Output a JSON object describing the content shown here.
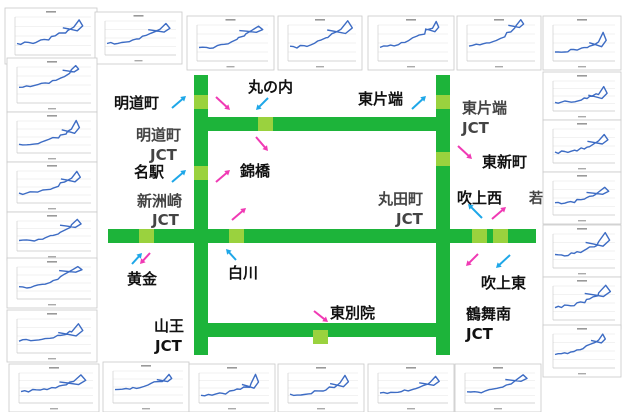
{
  "colors": {
    "road": "#1db43a",
    "sensor": "#9ad23e",
    "arrow_in": "#1ea7e8",
    "arrow_out": "#f03ab4",
    "plot_line": "#3d6cc4",
    "plot_border": "#c9c9c9"
  },
  "labels": {
    "meidocho": "明道町",
    "marunouchi": "丸の内",
    "higashikataha": "東片端",
    "higashikataha_jct_1": "東片端",
    "higashikataha_jct_2": "JCT",
    "meidocho_jct_1": "明道町",
    "meidocho_jct_2": "JCT",
    "higashishinmachi": "東新町",
    "meieki": "名駅",
    "nishikibashi": "錦橋",
    "shinsuzaki_jct_1": "新洲崎",
    "shinsuzaki_jct_2": "JCT",
    "marutamachi_jct_1": "丸田町",
    "marutamachi_jct_2": "JCT",
    "fukiagenishi": "吹上西",
    "fukiagehigashi": "吹上東",
    "kogane": "黄金",
    "shirakawa": "白川",
    "higashibetsuin": "東別院",
    "sanno_jct_1": "山王",
    "sanno_jct_2": "JCT",
    "tsurumaiminami_jct_1": "鶴舞南",
    "tsurumaiminami_jct_2": "JCT",
    "clipped_char": "若"
  }
}
